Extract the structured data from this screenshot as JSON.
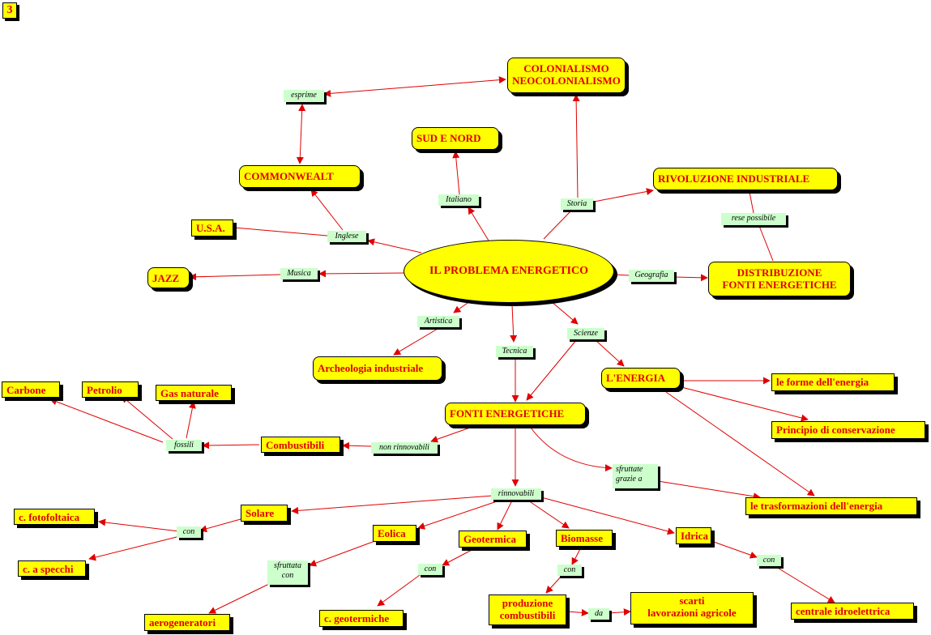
{
  "page_number": "3",
  "central": "IL PROBLEMA ENERGETICO",
  "nodes": {
    "colonialismo": "COLONIALISMO\nNEOCOLONIALISMO",
    "sud_nord": "SUD E NORD",
    "commonwealt": "COMMONWEALT",
    "rivoluzione": "RIVOLUZIONE INDUSTRIALE",
    "usa": "U.S.A.",
    "jazz": "JAZZ",
    "distribuzione": "DISTRIBUZIONE\nFONTI ENERGETICHE",
    "archeologia": "Archeologia industriale",
    "energia": "L'ENERGIA",
    "forme": "le forme dell'energia",
    "principio": "Principio di conservazione",
    "fonti": "FONTI ENERGETICHE",
    "carbone": "Carbone",
    "petrolio": "Petrolio",
    "gas": "Gas naturale",
    "combustibili": "Combustibili",
    "trasformazioni": "le trasformazioni  dell'energia",
    "fotofoltaica": "c. fotofoltaica",
    "solare": "Solare",
    "specchi": "c. a specchi",
    "eolica": "Eolica",
    "geotermica": "Geotermica",
    "biomasse": "Biomasse",
    "idrica": "Idrica",
    "aerogeneratori": "aerogeneratori",
    "geotermiche": "c. geotermiche",
    "produzione": "produzione\ncombustibili",
    "scarti": "scarti\nlavorazioni agricole",
    "centrale": "centrale  idroelettrica"
  },
  "labels": {
    "esprime": "esprime",
    "italiano": "Italiano",
    "storia": "Storia",
    "rese_possibile": "rese possibile",
    "inglese": "Inglese",
    "musica": "Musica",
    "geografia": "Geografia",
    "artistica": "Artistica",
    "scienze": "Scienze",
    "tecnica": "Tecnica",
    "fossili": "fossili",
    "non_rinnovabili": "non rinnovabili",
    "sfruttate": "sfruttate\ngrazie a",
    "rinnovabili": "rinnovabili",
    "con_solare": "con",
    "sfruttata": "sfruttata\ncon",
    "con_geo": "con",
    "con_bio": "con",
    "da": "da",
    "con_idrica": "con"
  }
}
